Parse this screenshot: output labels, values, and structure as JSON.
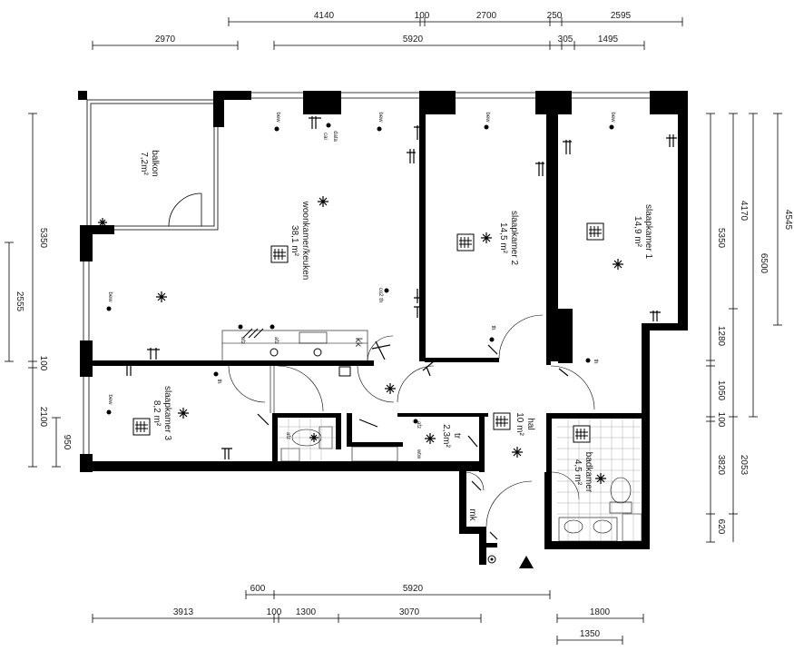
{
  "dimensions": {
    "top_row1": [
      "4140",
      "100",
      "2700",
      "250",
      "2595"
    ],
    "top_row2": [
      "2970",
      "5920",
      "305",
      "1495"
    ],
    "left_col1": [
      "5350",
      "100",
      "2100"
    ],
    "left_col2": [
      "2555",
      "950"
    ],
    "right_col1": [
      "5350",
      "1280",
      "1050",
      "100",
      "3820",
      "620"
    ],
    "right_col2": [
      "4170",
      "6500",
      "2053"
    ],
    "right_col3": [
      "4545"
    ],
    "bottom_row1": [
      "600",
      "5920"
    ],
    "bottom_row2": [
      "3913",
      "100",
      "1300",
      "3070",
      "1800"
    ],
    "bottom_row3": [
      "1350"
    ]
  },
  "rooms": {
    "balkon": {
      "name": "balkon",
      "area": "7,2m²"
    },
    "woonkamer": {
      "name": "woonkamer/keuken",
      "area": "38,1 m²"
    },
    "slaapkamer2": {
      "name": "slaapkamer 2",
      "area": "14,5 m²"
    },
    "slaapkamer1": {
      "name": "slaapkamer 1",
      "area": "14,9 m²"
    },
    "slaapkamer3": {
      "name": "slaapkamer 3",
      "area": "8,2 m²"
    },
    "toilet": {
      "name": "tr",
      "area": "2,3m²"
    },
    "hal": {
      "name": "hal",
      "area": "10 m²"
    },
    "badkamer": {
      "name": "badkamer",
      "area": "4,5 m²"
    },
    "mk": {
      "name": "mk"
    },
    "kk": {
      "name": "kk"
    }
  },
  "labels": {
    "bew": "bew",
    "cai": "cai",
    "data": "data",
    "co2": "co2 th",
    "th": "th",
    "afz": "afz",
    "wtw": "wtw"
  }
}
